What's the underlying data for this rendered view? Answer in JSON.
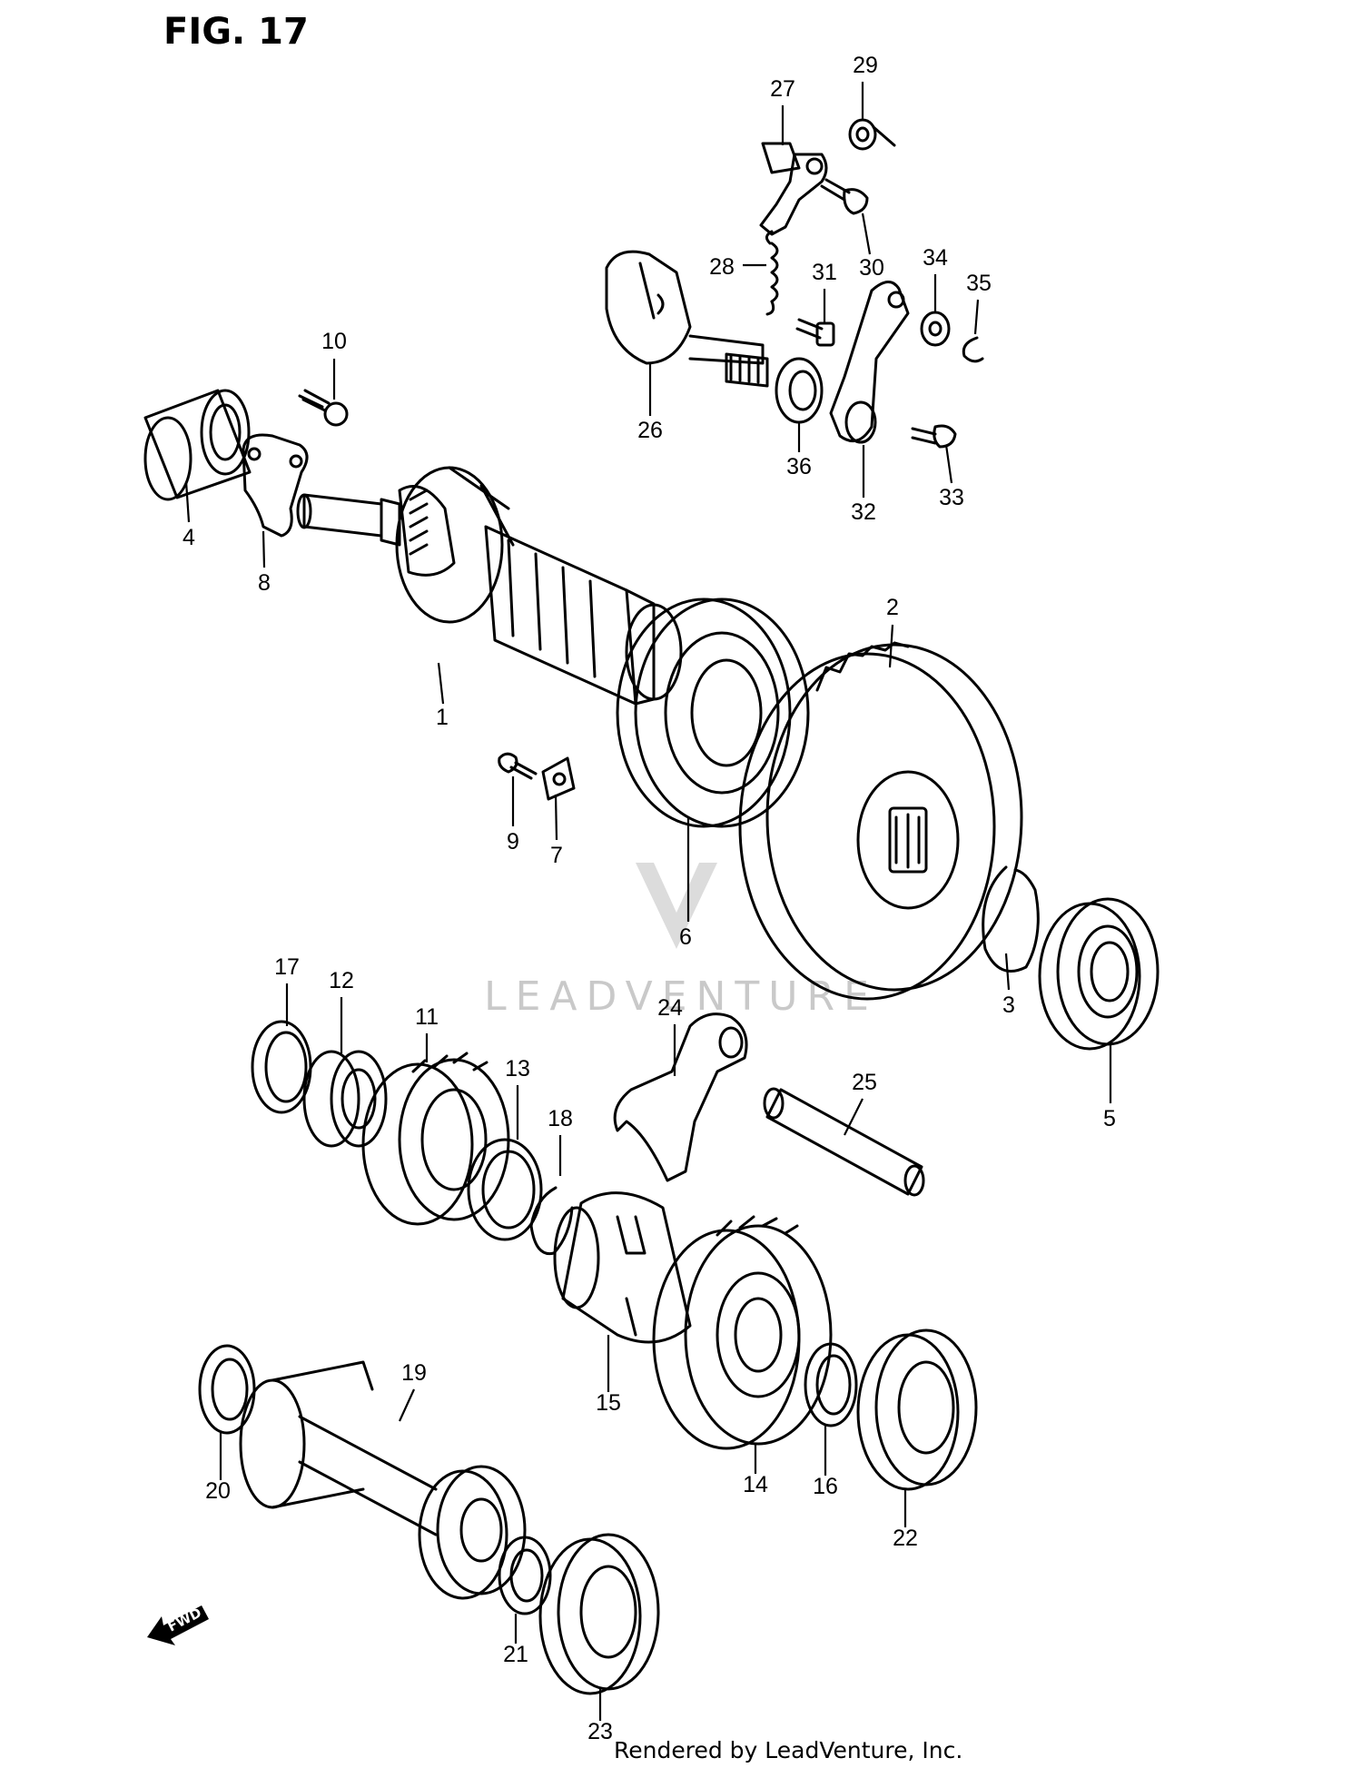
{
  "figure": {
    "title": "FIG. 17"
  },
  "credit": "Rendered by LeadVenture, Inc.",
  "watermark": {
    "text": "LEADVENTURE"
  },
  "fwd_arrow": {
    "label": "FWD"
  },
  "callouts": [
    {
      "id": "1",
      "label": "1"
    },
    {
      "id": "2",
      "label": "2"
    },
    {
      "id": "3",
      "label": "3"
    },
    {
      "id": "4",
      "label": "4"
    },
    {
      "id": "5",
      "label": "5"
    },
    {
      "id": "6",
      "label": "6"
    },
    {
      "id": "7",
      "label": "7"
    },
    {
      "id": "8",
      "label": "8"
    },
    {
      "id": "9",
      "label": "9"
    },
    {
      "id": "10",
      "label": "10"
    },
    {
      "id": "11",
      "label": "11"
    },
    {
      "id": "12",
      "label": "12"
    },
    {
      "id": "13",
      "label": "13"
    },
    {
      "id": "14",
      "label": "14"
    },
    {
      "id": "15",
      "label": "15"
    },
    {
      "id": "16",
      "label": "16"
    },
    {
      "id": "17",
      "label": "17"
    },
    {
      "id": "18",
      "label": "18"
    },
    {
      "id": "19",
      "label": "19"
    },
    {
      "id": "20",
      "label": "20"
    },
    {
      "id": "21",
      "label": "21"
    },
    {
      "id": "22",
      "label": "22"
    },
    {
      "id": "23",
      "label": "23"
    },
    {
      "id": "24",
      "label": "24"
    },
    {
      "id": "25",
      "label": "25"
    },
    {
      "id": "26",
      "label": "26"
    },
    {
      "id": "27",
      "label": "27"
    },
    {
      "id": "28",
      "label": "28"
    },
    {
      "id": "29",
      "label": "29"
    },
    {
      "id": "30",
      "label": "30"
    },
    {
      "id": "31",
      "label": "31"
    },
    {
      "id": "32",
      "label": "32"
    },
    {
      "id": "33",
      "label": "33"
    },
    {
      "id": "34",
      "label": "34"
    },
    {
      "id": "35",
      "label": "35"
    },
    {
      "id": "36",
      "label": "36"
    }
  ]
}
